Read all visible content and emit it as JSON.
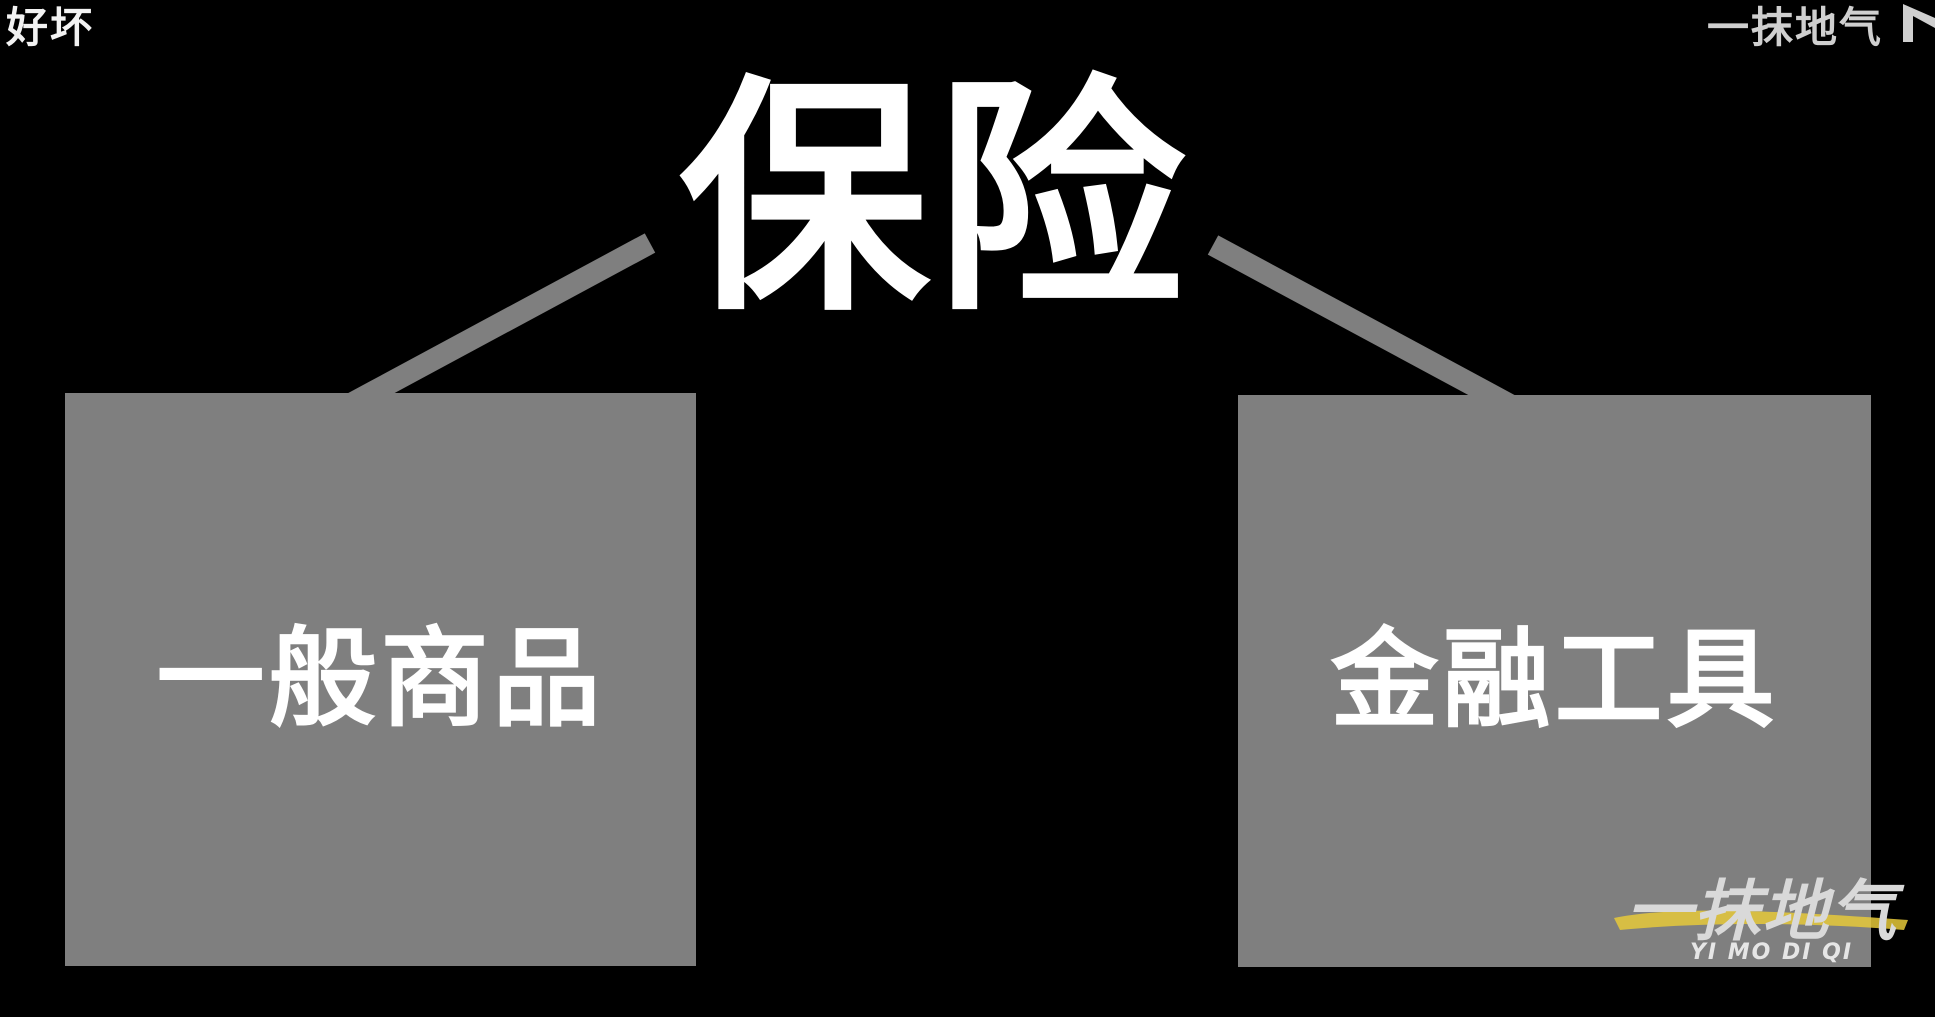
{
  "corner_left": "好坏",
  "corner_right": "一抹地气",
  "corner_icon": "play-triangle-icon",
  "title": "保险",
  "left_box": {
    "label": "一般商品"
  },
  "right_box": {
    "label": "金融工具"
  },
  "watermark": {
    "main": "一抹地气",
    "sub": "YI MO DI QI"
  },
  "colors": {
    "background": "#000000",
    "box": "#7f7f7f",
    "connector": "#7f7f7f",
    "text": "#ffffff",
    "watermark_brush": "#e6c93a"
  }
}
